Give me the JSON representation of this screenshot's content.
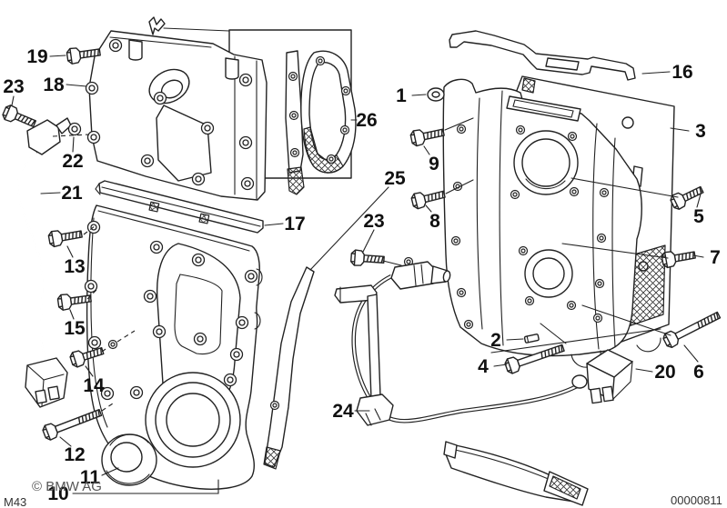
{
  "diagram": {
    "kind": "exploded-parts-diagram",
    "footer": {
      "copyright": "© BMW AG",
      "code_left": "M43",
      "code_right": "00000811"
    },
    "callouts": [
      {
        "num": "1"
      },
      {
        "num": "2"
      },
      {
        "num": "3"
      },
      {
        "num": "4"
      },
      {
        "num": "5"
      },
      {
        "num": "6"
      },
      {
        "num": "7"
      },
      {
        "num": "8"
      },
      {
        "num": "9"
      },
      {
        "num": "10"
      },
      {
        "num": "11"
      },
      {
        "num": "12"
      },
      {
        "num": "13"
      },
      {
        "num": "14"
      },
      {
        "num": "15"
      },
      {
        "num": "16"
      },
      {
        "num": "17"
      },
      {
        "num": "18"
      },
      {
        "num": "19"
      },
      {
        "num": "20"
      },
      {
        "num": "21"
      },
      {
        "num": "22"
      },
      {
        "num": "23"
      },
      {
        "num": "23"
      },
      {
        "num": "24"
      },
      {
        "num": "25"
      },
      {
        "num": "26"
      }
    ]
  }
}
